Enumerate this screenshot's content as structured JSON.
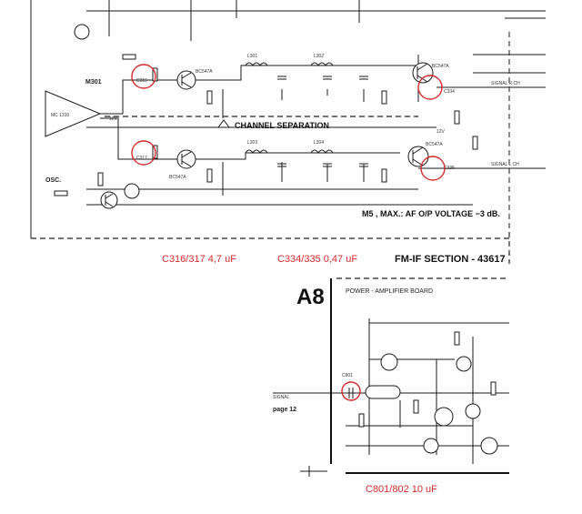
{
  "fm_if": {
    "ic": "M301",
    "osc": "OSC.",
    "title": "CHANNEL SEPARATION",
    "mode_note": "M5 ,  MAX.: AF O/P VOLTAGE −3 dB.",
    "section": "FM-IF SECTION - 43617",
    "note1": "C316/317   4,7 uF",
    "note2": "C334/335   0,47 uF"
  },
  "amp": {
    "page_letter": "A8",
    "board_title": "POWER - AMPLIFIER BOARD",
    "page_ref": "page 12",
    "note": "C801/802   10 uF"
  },
  "parts": {
    "t301": "BC547A",
    "t309": "BC547A",
    "t310": "BC547A",
    "t303": "BC547A",
    "l301": "L301",
    "l302": "L302",
    "l303": "L303",
    "l304": "L304",
    "c316": "C316",
    "c317": "C317",
    "c334": "C334",
    "c335": "C335",
    "c801": "C801",
    "v12": "12V",
    "signal_r": "SIGNAL R CH",
    "signal_l": "SIGNAL L CH"
  }
}
